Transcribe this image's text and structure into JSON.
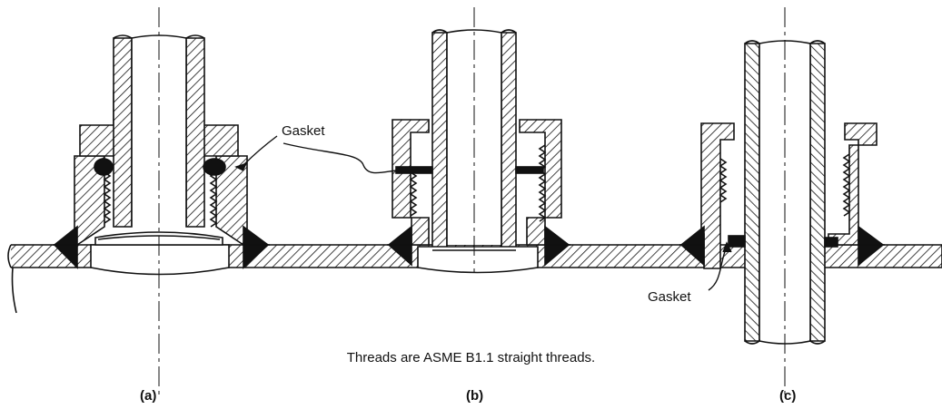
{
  "figure": {
    "gasket_label_top": "Gasket",
    "gasket_label_bottom": "Gasket",
    "note": "Threads are ASME B1.1 straight threads.",
    "captions": [
      "(a)",
      "(b)",
      "(c)"
    ]
  }
}
